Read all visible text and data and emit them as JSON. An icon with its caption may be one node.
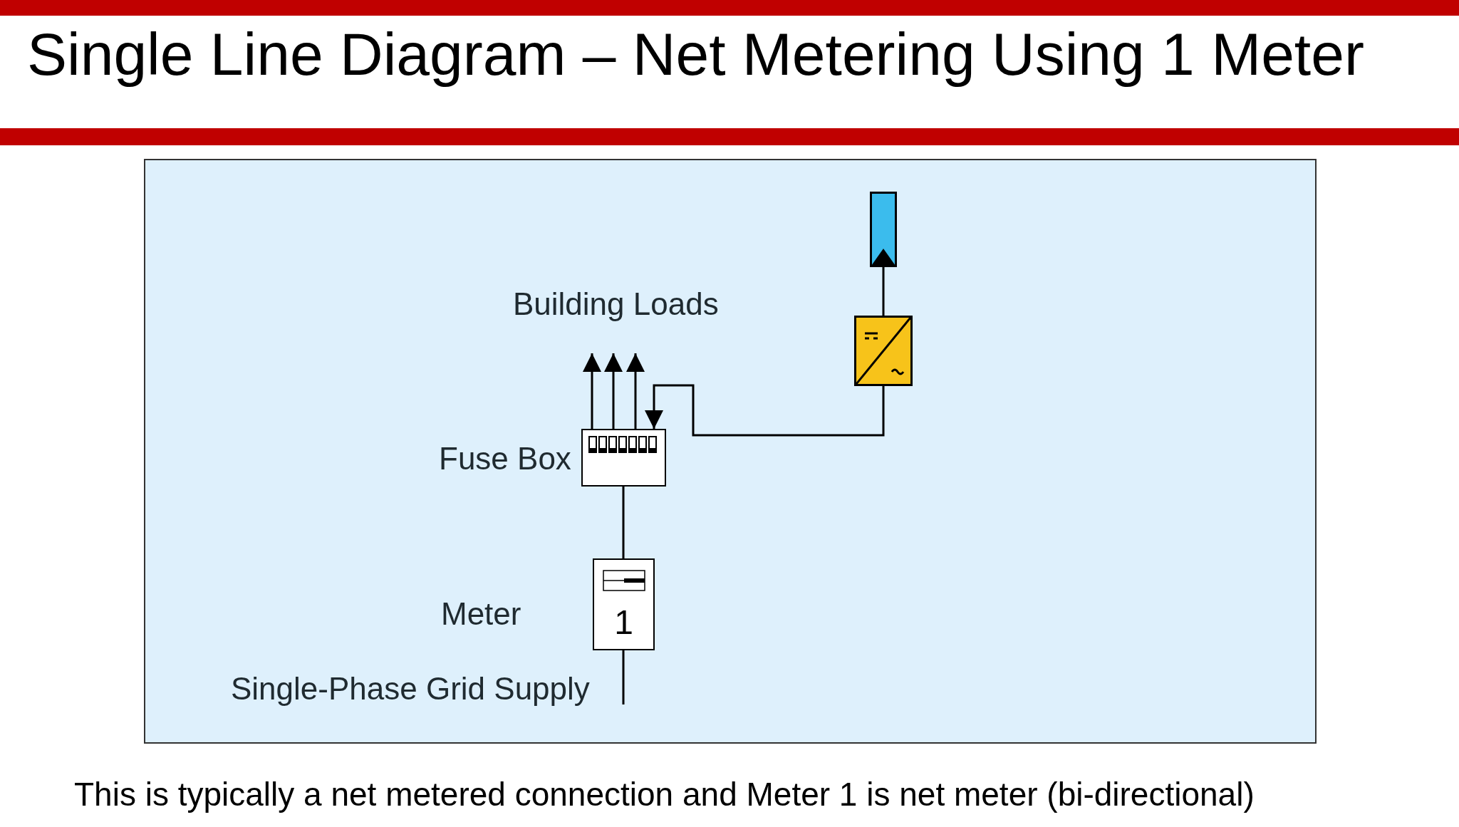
{
  "diagram": {
    "title": "Single Line Diagram – Net Metering Using 1 Meter",
    "nodes": [
      {
        "text": [
          "Building Loads"
        ]
      },
      {
        "text": [],
        "shape": "bar"
      },
      {
        "text": [],
        "shape": "box"
      },
      {
        "text": [],
        "shape": "box",
        "beside": [
          "Fuse Box"
        ]
      },
      {
        "text": [
          "1"
        ],
        "beside": [
          "Meter"
        ]
      }
    ],
    "edges": [
      {
        "from": 3,
        "to": 0,
        "arrow": "to"
      },
      {
        "from": 3,
        "to": 0,
        "arrow": "to"
      },
      {
        "from": 3,
        "to": 0,
        "arrow": "to"
      },
      {
        "from": 1,
        "to": 2,
        "arrow": "none"
      },
      {
        "from": 2,
        "to": 3,
        "arrow": "to"
      },
      {
        "from": 4,
        "to": 3,
        "arrow": "none"
      },
      {
        "from": 4,
        "to": null,
        "arrow": "none"
      }
    ],
    "labels": [
      "Single-Phase Grid Supply"
    ],
    "caption": "This is typically a net metered connection and Meter 1 is net meter (bi-directional)"
  }
}
